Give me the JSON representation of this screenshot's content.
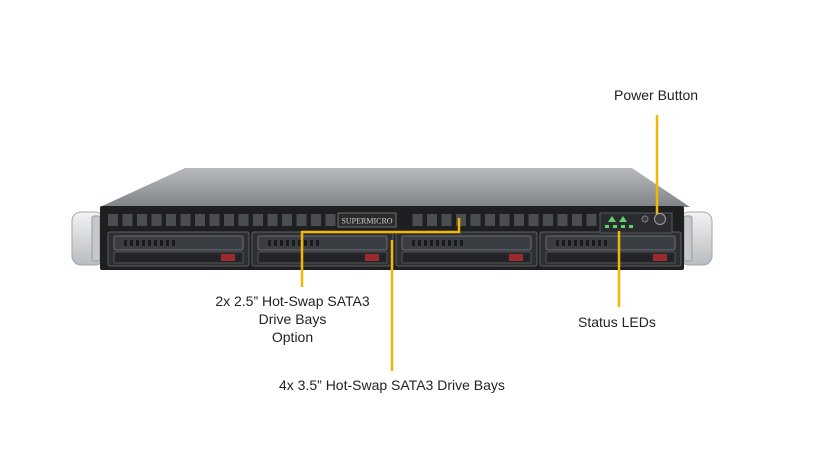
{
  "labels": {
    "power_button": "Power Button",
    "bays_25_line1": "2x 2.5” Hot-Swap  SATA3",
    "bays_25_line2": "Drive Bays",
    "bays_25_line3": "Option",
    "bays_35": "4x 3.5” Hot-Swap  SATA3 Drive Bays",
    "status_leds": "Status  LEDs"
  },
  "chassis": {
    "brand": "SUPERMICRO",
    "drive_bay_count": 4
  },
  "colors": {
    "callout": "#f2b705",
    "chassis_top": "#9ea2a6",
    "front_panel": "#1e1f21",
    "bay_face": "#2d2f33",
    "ear": "#d7d9db",
    "led_green": "#63d36b"
  }
}
